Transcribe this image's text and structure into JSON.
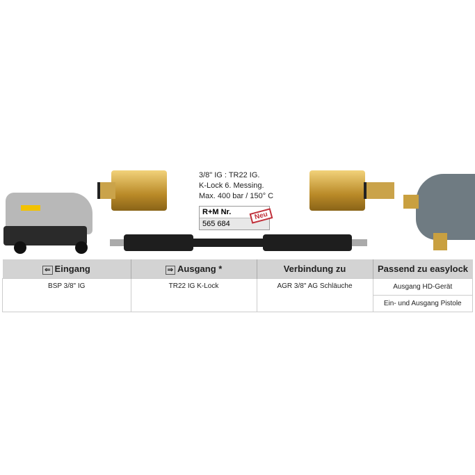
{
  "spec": {
    "line1": "3/8\" IG : TR22 IG.",
    "line2": "K-Lock 6. Messing.",
    "line3": "Max. 400 bar / 150° C"
  },
  "rm": {
    "label": "R+M Nr.",
    "number": "565 684",
    "badge": "Neu"
  },
  "table": {
    "headers": [
      "Eingang",
      "Ausgang *",
      "Verbindung zu",
      "Passend zu easylock"
    ],
    "eingang": "BSP 3/8\" IG",
    "ausgang": "TR22 IG K-Lock",
    "verbindung": "AGR 3/8\" AG Schläuche",
    "passend": [
      "Ausgang HD-Gerät",
      "Ein- und Ausgang Pistole"
    ]
  },
  "colors": {
    "header_bg": "#d3d3d3",
    "badge": "#c0303a",
    "brass": "#c9a040"
  }
}
